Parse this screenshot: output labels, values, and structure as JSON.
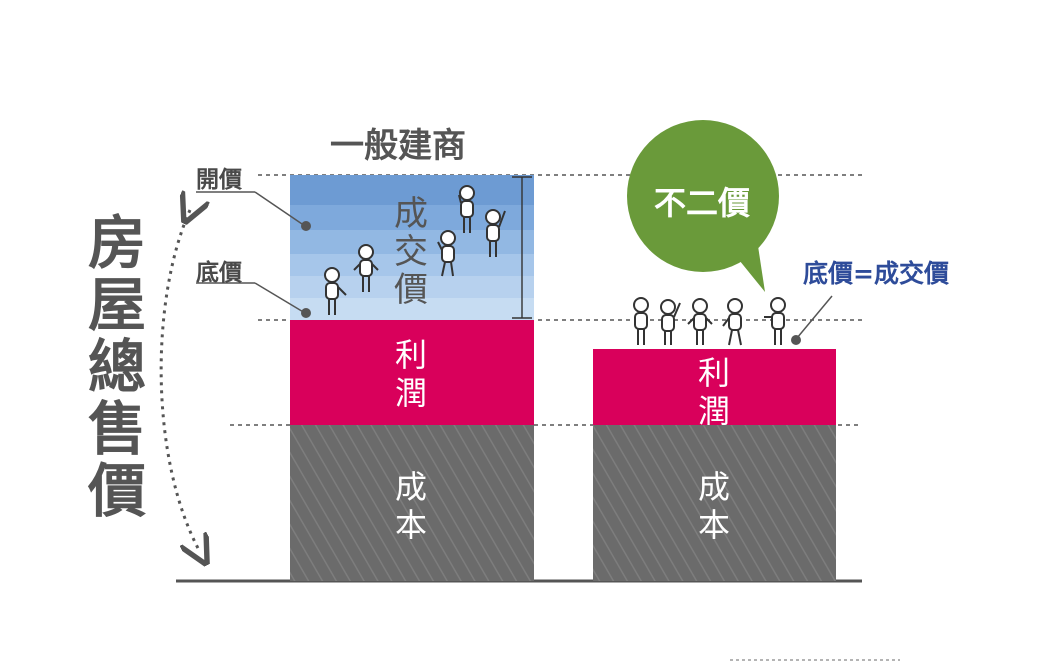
{
  "vertical_title": "房屋總售價",
  "general": {
    "heading": "一般建商",
    "open_price_label": "開價",
    "floor_price_label": "底價",
    "deal_price_text": "成交價",
    "profit_text": "利潤",
    "cost_text": "成本"
  },
  "fixed": {
    "bubble_text": "不二價",
    "equation_label": "底價=成交價",
    "profit_text": "利潤",
    "cost_text": "成本"
  },
  "colors": {
    "profit": "#d9005b",
    "cost": "#6b6b6b",
    "deal_top": "#6d9bd3",
    "deal_bottom": "#c6dcf2",
    "bubble": "#6a9a3a",
    "equation": "#2e4c9a"
  }
}
